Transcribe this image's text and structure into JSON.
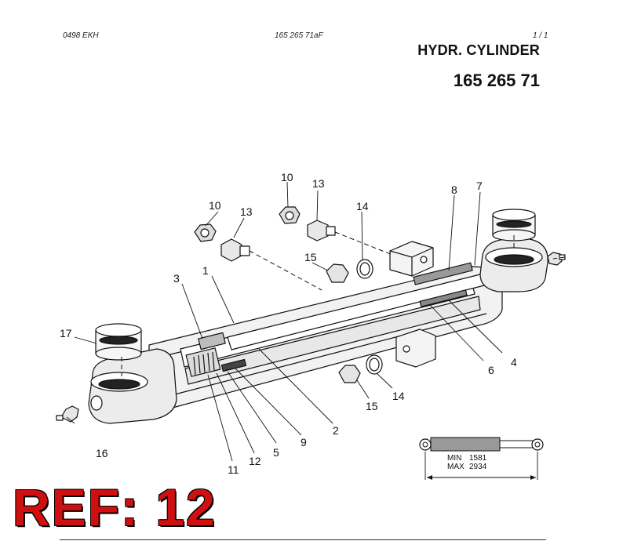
{
  "header": {
    "doc_code": "0498 EKH",
    "drawing_ref": "165 265 71aF",
    "page": "1 / 1",
    "title": "HYDR. CYLINDER",
    "part_number": "165 265 71"
  },
  "callouts": {
    "c1": "1",
    "c2": "2",
    "c3": "3",
    "c4": "4",
    "c5": "5",
    "c6": "6",
    "c7": "7",
    "c8": "8",
    "c9": "9",
    "c10a": "10",
    "c10b": "10",
    "c11": "11",
    "c12": "12",
    "c13a": "13",
    "c13b": "13",
    "c14a": "14",
    "c14b": "14",
    "c15a": "15",
    "c15b": "15",
    "c16": "16",
    "c17": "17"
  },
  "dimensions": {
    "min_label": "MIN",
    "min_value": "1581",
    "max_label": "MAX",
    "max_value": "2934"
  },
  "reference": {
    "text": "REF: 12",
    "color": "#d01010"
  }
}
